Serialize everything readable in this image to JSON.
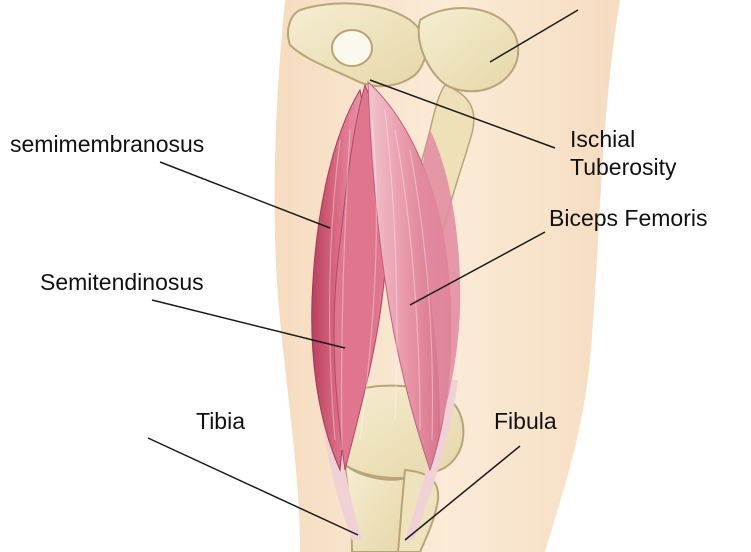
{
  "labels": {
    "semimembranosus": "semimembranosus",
    "semitendinosus": "Semitendinosus",
    "tibia": "Tibia",
    "fibula": "Fibula",
    "ischial_line1": "Ischial",
    "ischial_line2": "Tuberosity",
    "biceps_femoris": "Biceps Femoris"
  },
  "colors": {
    "skin": "#f9e6cf",
    "bone": "#f1e6c0",
    "bone_outline": "#b8a577",
    "muscle": "#dc7890",
    "muscle_dark": "#c04a68",
    "tendon": "#f2d6da",
    "leader_line": "#1a1a1a"
  }
}
